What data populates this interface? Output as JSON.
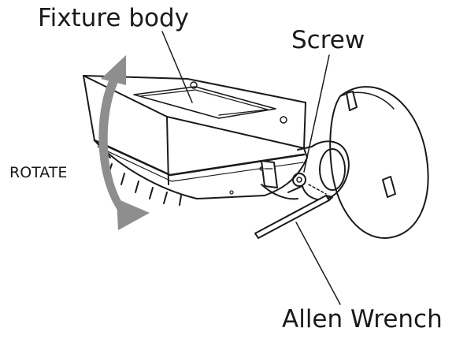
{
  "labels": {
    "fixture_body": "Fixture body",
    "screw": "Screw",
    "rotate": "ROTATE",
    "allen_wrench": "Allen Wrench"
  },
  "colors": {
    "line": "#1a1a1a",
    "rotate_arrow": "#8e8e8e",
    "background": "#ffffff"
  },
  "icons": {
    "rotate_arrow": "curved-double-arrow-icon"
  }
}
